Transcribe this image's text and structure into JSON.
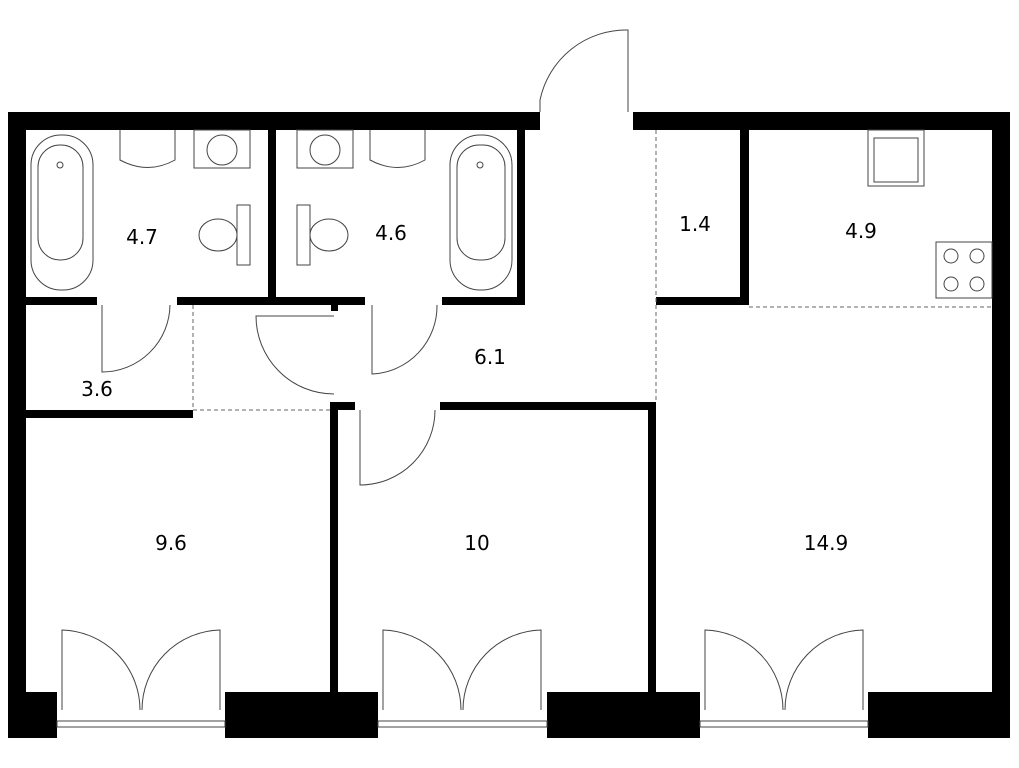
{
  "plan": {
    "rooms": [
      {
        "id": "bathroom-1",
        "area": "4.7"
      },
      {
        "id": "bathroom-2",
        "area": "4.6"
      },
      {
        "id": "storage",
        "area": "1.4"
      },
      {
        "id": "kitchen",
        "area": "4.9"
      },
      {
        "id": "hall",
        "area": "3.6"
      },
      {
        "id": "corridor",
        "area": "6.1"
      },
      {
        "id": "bedroom-1",
        "area": "9.6"
      },
      {
        "id": "bedroom-2",
        "area": "10"
      },
      {
        "id": "living-room",
        "area": "14.9"
      }
    ]
  }
}
